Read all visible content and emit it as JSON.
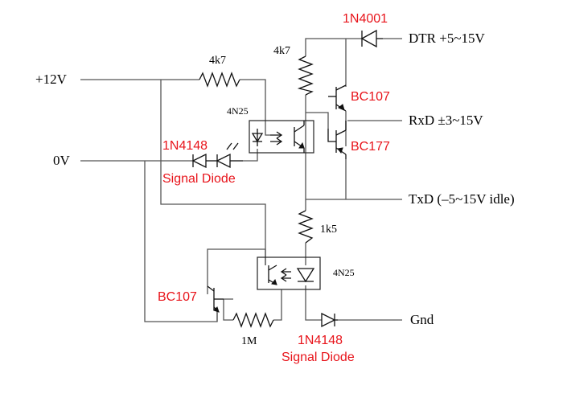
{
  "left_terminals": {
    "plus12v": "+12V",
    "zero_v": "0V"
  },
  "right_terminals": {
    "dtr": "DTR +5~15V",
    "rxd": "RxD ±3~15V",
    "txd": "TxD (–5~15V idle)",
    "gnd": "Gnd"
  },
  "components": {
    "d_dtr": "1N4001",
    "r_top_left": "4k7",
    "r_top_mid": "4k7",
    "opto_top": "4N25",
    "q_top": "BC107",
    "q_bottom_pnp": "BC177",
    "d_signal_top": "1N4148",
    "d_signal_top_desc": "Signal Diode",
    "r_mid": "1k5",
    "opto_bottom": "4N25",
    "q_left": "BC107",
    "r_1m": "1M",
    "d_signal_bottom": "1N4148",
    "d_signal_bottom_desc": "Signal Diode"
  },
  "colors": {
    "highlight_label": "#e8141b",
    "wire": "#555555",
    "text": "#000000"
  }
}
